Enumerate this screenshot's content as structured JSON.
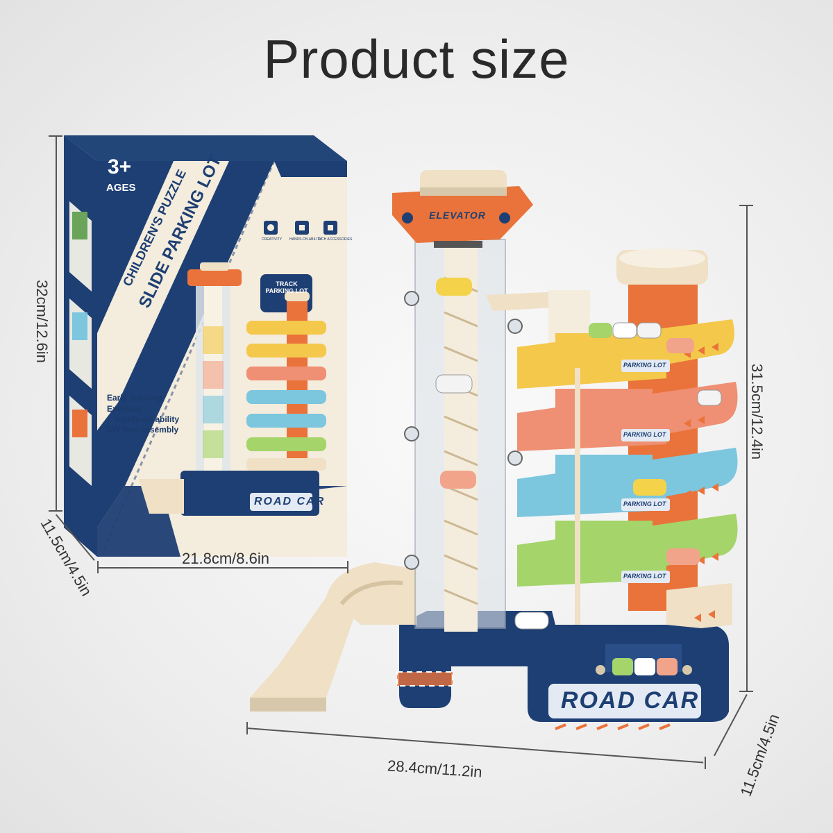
{
  "title": "Product size",
  "box": {
    "age_number": "3+",
    "age_label": "AGES",
    "line1": "CHILDREN'S PUZZLE",
    "line2": "SLIDE PARKING LOT",
    "features": [
      "Early learning",
      "Exercise",
      "hands-on ability",
      "DIY free assembly"
    ],
    "icon_captions": [
      "CREATIVITY",
      "HANDS-ON ABILITY",
      "RICH ACCESSORIES"
    ],
    "mini_sign": "TRACK PARKING LOT",
    "logo": "ROAD CAR"
  },
  "toy": {
    "elevator_label": "ELEVATOR",
    "parking_signs": [
      "PARKING LOT",
      "PARKING LOT",
      "PARKING LOT",
      "PARKING LOT"
    ],
    "logo": "ROAD CAR"
  },
  "dimensions": {
    "box_height": "32cm/12.6in",
    "box_width": "21.8cm/8.6in",
    "box_depth": "11.5cm/4.5in",
    "toy_height": "31.5cm/12.4in",
    "toy_width": "28.4cm/11.2in",
    "toy_depth": "11.5cm/4.5in"
  },
  "colors": {
    "navy": "#1e3f73",
    "orange": "#e9733a",
    "cream": "#efe0c6",
    "yellow": "#f4c84a",
    "coral": "#ef8f73",
    "sky": "#7cc6de",
    "green": "#a4d46a"
  }
}
